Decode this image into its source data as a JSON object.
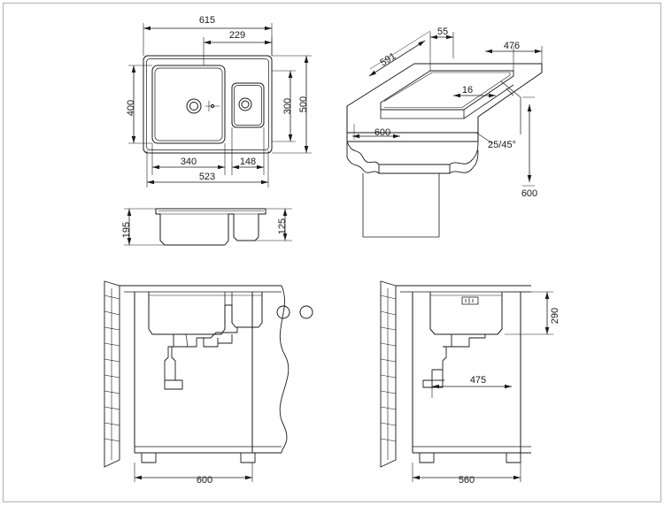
{
  "drawing": {
    "title": "Kitchen sink technical drawing — dimensioned views",
    "line_color": "#1a1a1a",
    "border_color": "#b0b0b0",
    "fill_color": "#ffffff",
    "views": [
      {
        "name": "top-view",
        "labels": [
          "615",
          "229",
          "400",
          "300",
          "500",
          "340",
          "148",
          "523"
        ]
      },
      {
        "name": "isometric-cutout-view",
        "labels": [
          "55",
          "591",
          "476",
          "16",
          "600",
          "25/45°",
          "600"
        ]
      },
      {
        "name": "front-section-view",
        "labels": [
          "195",
          "125"
        ]
      },
      {
        "name": "installation-left-view",
        "labels": [
          "600"
        ]
      },
      {
        "name": "installation-right-view",
        "labels": [
          "290",
          "475",
          "560"
        ]
      }
    ]
  },
  "dimensions": {
    "top_overall_width": "615",
    "top_small_bowl_width": "229",
    "top_depth": "400",
    "top_right_depth": "300",
    "top_overall_depth": "500",
    "top_main_bowl_width": "340",
    "top_small_bowl_inner": "148",
    "top_inner_width": "523",
    "cutout_corner": "55",
    "cutout_width": "591",
    "cutout_depth": "476",
    "cutout_edge": "16",
    "cabinet_width_iso": "600",
    "cutout_angle": "25/45°",
    "cabinet_depth_iso": "600",
    "section_main_depth": "195",
    "section_small_depth": "125",
    "cabinet_width_left": "600",
    "bowl_height_right": "290",
    "trap_offset": "475",
    "cabinet_width_right": "560"
  }
}
